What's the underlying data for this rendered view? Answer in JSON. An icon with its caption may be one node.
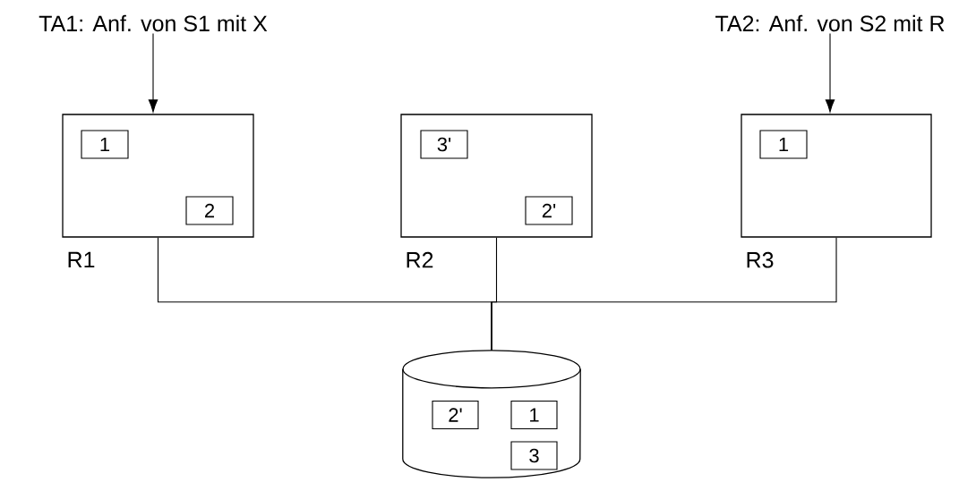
{
  "diagram": {
    "nodes": [
      {
        "text": [
          "TA1: Anf. von S1 mit X"
        ]
      },
      {
        "text": [
          "TA2: Anf. von S2 mit R"
        ]
      },
      {
        "text": [],
        "shape": "box",
        "beside": [
          "R1"
        ]
      },
      {
        "text": [
          "1"
        ],
        "in": 2
      },
      {
        "text": [
          "2"
        ],
        "in": 2
      },
      {
        "text": [],
        "shape": "box",
        "beside": [
          "R2"
        ]
      },
      {
        "text": [
          "3'"
        ],
        "in": 5
      },
      {
        "text": [
          "2'"
        ],
        "in": 5
      },
      {
        "text": [],
        "shape": "box",
        "beside": [
          "R3"
        ]
      },
      {
        "text": [
          "1"
        ],
        "in": 8
      },
      {
        "text": [],
        "shape": "cylinder"
      },
      {
        "text": [
          "2'"
        ],
        "in": 10
      },
      {
        "text": [
          "1"
        ],
        "in": 10
      },
      {
        "text": [
          "3"
        ],
        "in": 10
      }
    ],
    "edges": [
      {
        "from": 0,
        "to": 2,
        "arrow": "to"
      },
      {
        "from": 1,
        "to": 8,
        "arrow": "to"
      },
      {
        "from": 2,
        "to": 10,
        "arrow": "none"
      },
      {
        "from": 5,
        "to": 10,
        "arrow": "none"
      },
      {
        "from": 8,
        "to": 10,
        "arrow": "none"
      }
    ]
  }
}
